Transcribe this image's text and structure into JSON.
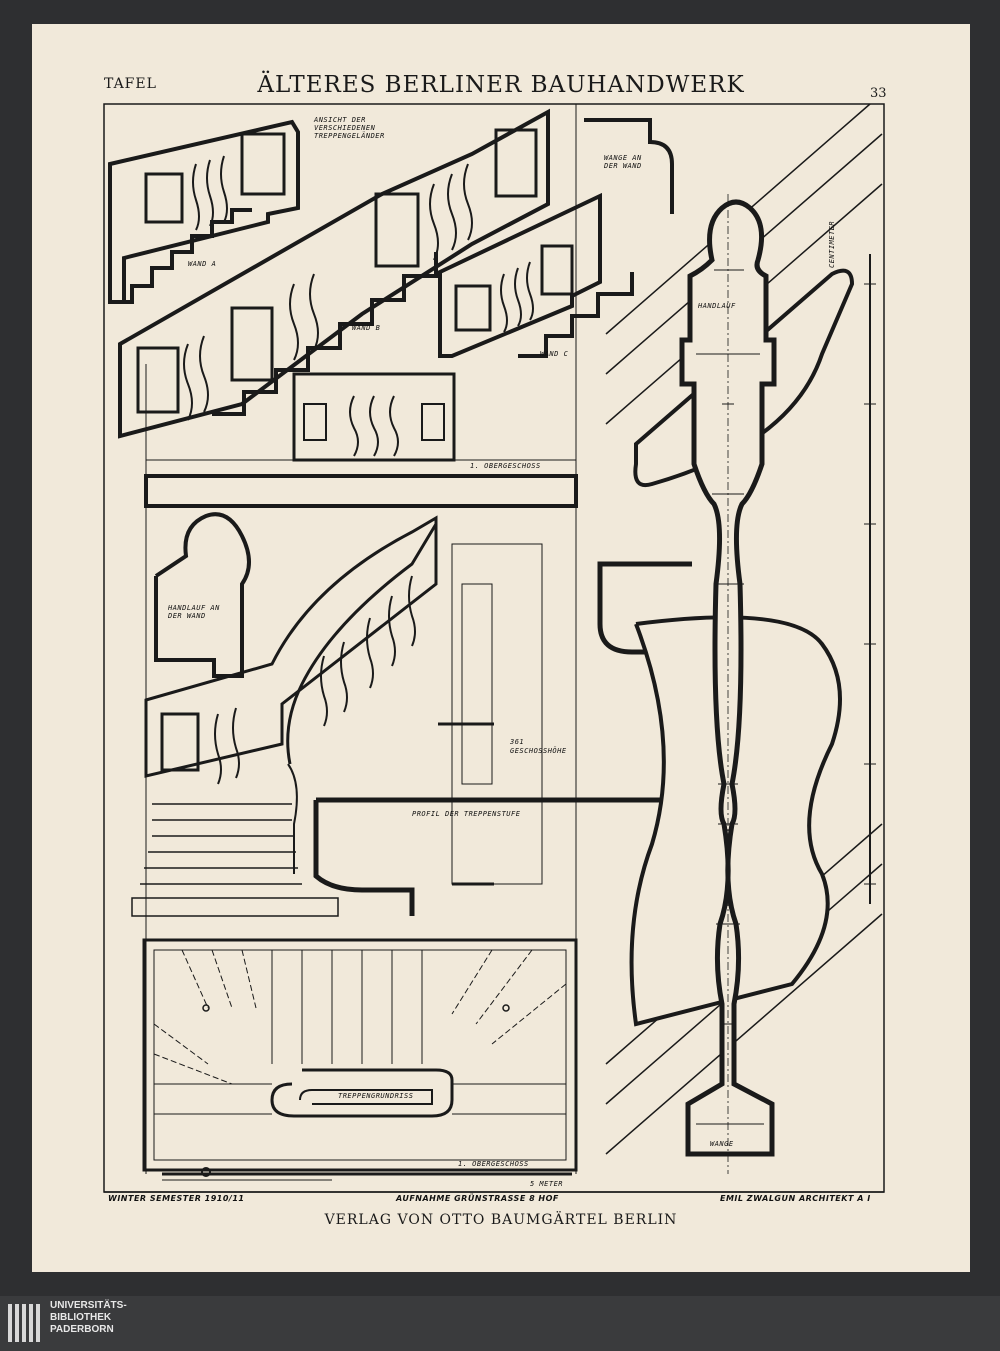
{
  "header": {
    "plate_label": "TAFEL",
    "title": "ÄLTERES BERLINER BAUHANDWERK",
    "page_number": "33"
  },
  "labels": {
    "elevation_caption": "ANSICHT DER VERSCHIEDENEN TREPPENGELÄNDER",
    "wand_a": "WAND A",
    "wand_b": "WAND B",
    "wand_c": "WAND C",
    "wange_wall": "WANGE AN DER WAND",
    "handlauf": "HANDLAUF",
    "handlauf_wall": "HANDLAUF AN DER WAND",
    "obergeschoss": "1. OBERGESCHOSS",
    "geschosshoehe": "361 GESCHOSSHÖHE",
    "stufenprofil": "PROFIL DER TREPPENSTUFE",
    "grundriss": "TREPPENGRUNDRISS",
    "wange": "WANGE",
    "centimeter": "CENTIMETER",
    "meter": "5 METER"
  },
  "footer": {
    "left": "WINTER SEMESTER 1910/11",
    "center": "AUFNAHME GRÜNSTRASSE 8 HOF",
    "right": "EMIL ZWALGUN ARCHITEKT A I"
  },
  "publisher": "VERLAG VON OTTO BAUMGÄRTEL BERLIN",
  "library": {
    "line1": "UNIVERSITÄTS-",
    "line2": "BIBLIOTHEK",
    "line3": "PADERBORN"
  },
  "colors": {
    "paper": "#f1e9da",
    "ink": "#1a1a1a",
    "background": "#2e2f31"
  }
}
